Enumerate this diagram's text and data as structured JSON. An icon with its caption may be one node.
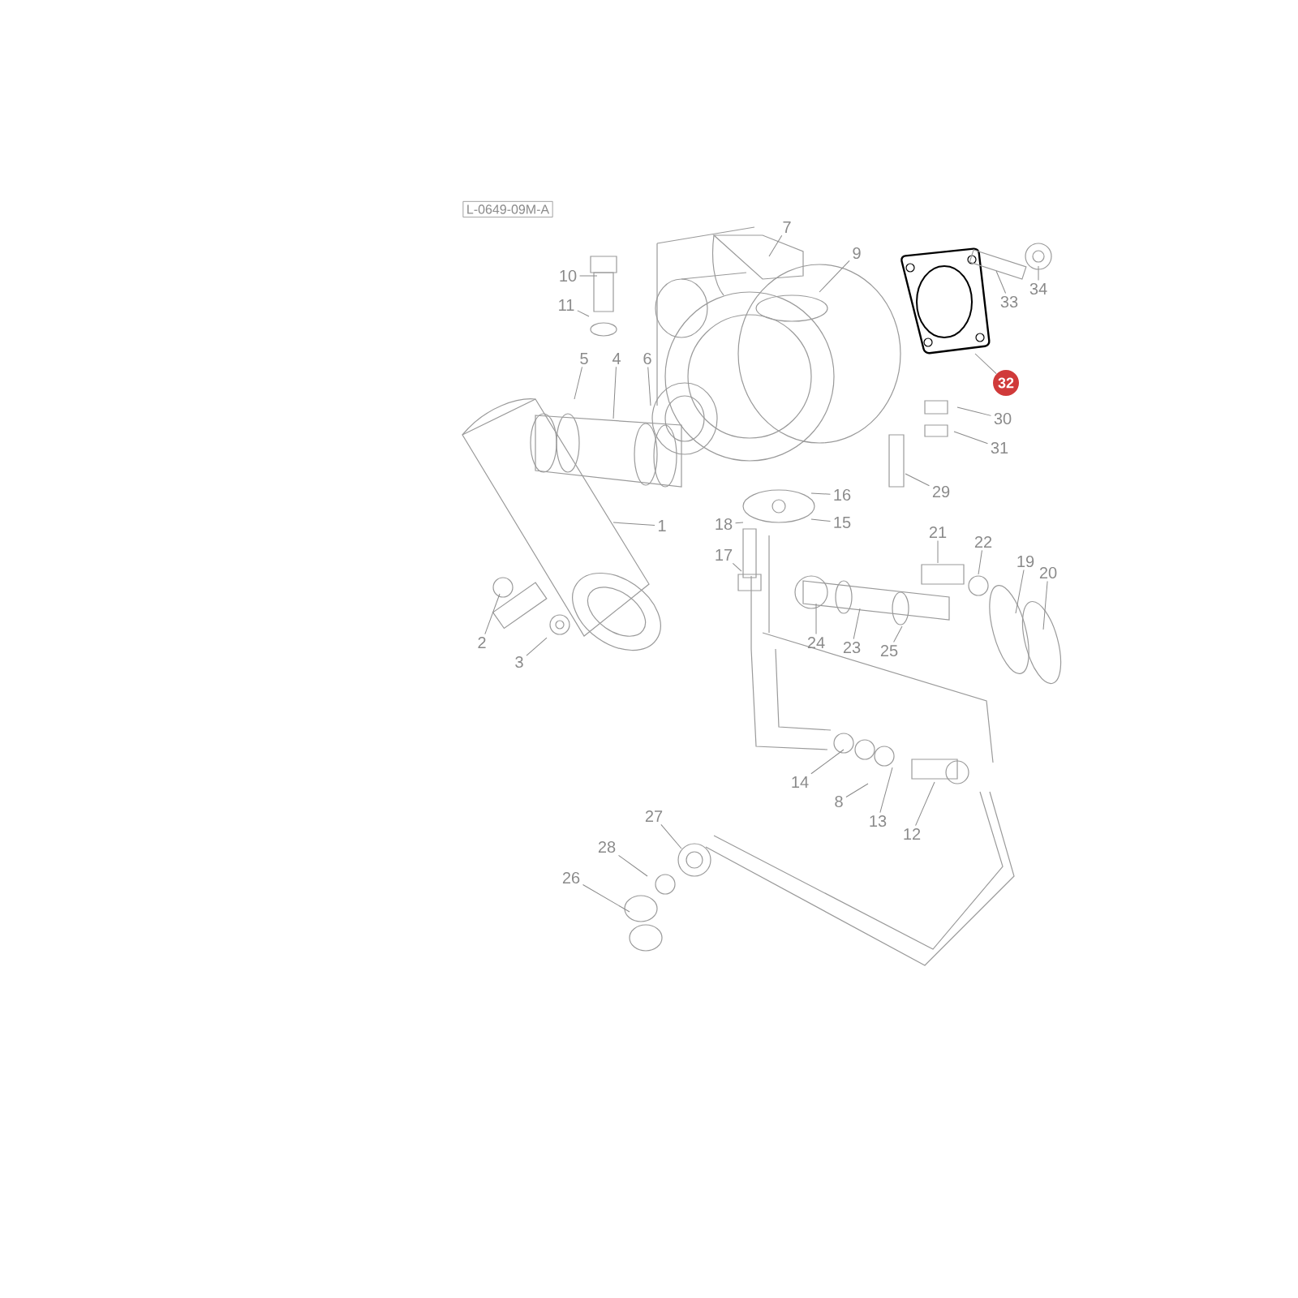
{
  "diagram": {
    "nodes": [
      {
        "text": [
          "7"
        ]
      },
      {
        "text": [
          "9"
        ]
      },
      {
        "text": [
          "10"
        ]
      },
      {
        "text": [
          "11"
        ]
      },
      {
        "text": [
          "5"
        ]
      },
      {
        "text": [
          "4"
        ]
      },
      {
        "text": [
          "6"
        ]
      },
      {
        "text": [
          "33"
        ]
      },
      {
        "text": [
          "34"
        ]
      },
      {
        "text": [
          "32"
        ]
      },
      {
        "text": [
          "30"
        ]
      },
      {
        "text": [
          "31"
        ]
      },
      {
        "text": [
          "29"
        ]
      },
      {
        "text": [
          "16"
        ]
      },
      {
        "text": [
          "15"
        ]
      },
      {
        "text": [
          "18"
        ]
      },
      {
        "text": [
          "17"
        ]
      },
      {
        "text": [
          "1"
        ]
      },
      {
        "text": [
          "2"
        ]
      },
      {
        "text": [
          "3"
        ]
      },
      {
        "text": [
          "21"
        ]
      },
      {
        "text": [
          "22"
        ]
      },
      {
        "text": [
          "19"
        ]
      },
      {
        "text": [
          "20"
        ]
      },
      {
        "text": [
          "24"
        ]
      },
      {
        "text": [
          "23"
        ]
      },
      {
        "text": [
          "25"
        ]
      },
      {
        "text": [
          "14"
        ]
      },
      {
        "text": [
          "8"
        ]
      },
      {
        "text": [
          "13"
        ]
      },
      {
        "text": [
          "12"
        ]
      },
      {
        "text": [
          "27"
        ]
      },
      {
        "text": [
          "28"
        ]
      },
      {
        "text": [
          "26"
        ]
      }
    ],
    "edges": [
      {
        "from": 0,
        "to": null,
        "arrow": "none"
      },
      {
        "from": 1,
        "to": null,
        "arrow": "none"
      },
      {
        "from": 2,
        "to": null,
        "arrow": "none"
      },
      {
        "from": 3,
        "to": null,
        "arrow": "none"
      },
      {
        "from": 4,
        "to": null,
        "arrow": "none"
      },
      {
        "from": 5,
        "to": null,
        "arrow": "none"
      },
      {
        "from": 6,
        "to": null,
        "arrow": "none"
      },
      {
        "from": 7,
        "to": null,
        "arrow": "none"
      },
      {
        "from": 8,
        "to": null,
        "arrow": "none"
      },
      {
        "from": 9,
        "to": null,
        "arrow": "none"
      },
      {
        "from": 10,
        "to": null,
        "arrow": "none"
      },
      {
        "from": 11,
        "to": null,
        "arrow": "none"
      },
      {
        "from": 12,
        "to": null,
        "arrow": "none"
      },
      {
        "from": 13,
        "to": null,
        "arrow": "none"
      },
      {
        "from": 14,
        "to": null,
        "arrow": "none"
      },
      {
        "from": 15,
        "to": null,
        "arrow": "none"
      },
      {
        "from": 16,
        "to": null,
        "arrow": "none"
      },
      {
        "from": 17,
        "to": null,
        "arrow": "none"
      },
      {
        "from": 18,
        "to": null,
        "arrow": "none"
      },
      {
        "from": 19,
        "to": null,
        "arrow": "none"
      },
      {
        "from": 20,
        "to": null,
        "arrow": "none"
      },
      {
        "from": 21,
        "to": null,
        "arrow": "none"
      },
      {
        "from": 22,
        "to": null,
        "arrow": "none"
      },
      {
        "from": 23,
        "to": null,
        "arrow": "none"
      },
      {
        "from": 24,
        "to": null,
        "arrow": "none"
      },
      {
        "from": 25,
        "to": null,
        "arrow": "none"
      },
      {
        "from": 26,
        "to": null,
        "arrow": "none"
      },
      {
        "from": 27,
        "to": null,
        "arrow": "none"
      },
      {
        "from": 28,
        "to": null,
        "arrow": "none"
      },
      {
        "from": 29,
        "to": null,
        "arrow": "none"
      },
      {
        "from": 30,
        "to": null,
        "arrow": "none"
      },
      {
        "from": 31,
        "to": null,
        "arrow": "none"
      },
      {
        "from": 32,
        "to": null,
        "arrow": "none"
      },
      {
        "from": 33,
        "to": null,
        "arrow": "none"
      }
    ],
    "labels": [
      "L-0649-09M-A"
    ]
  }
}
